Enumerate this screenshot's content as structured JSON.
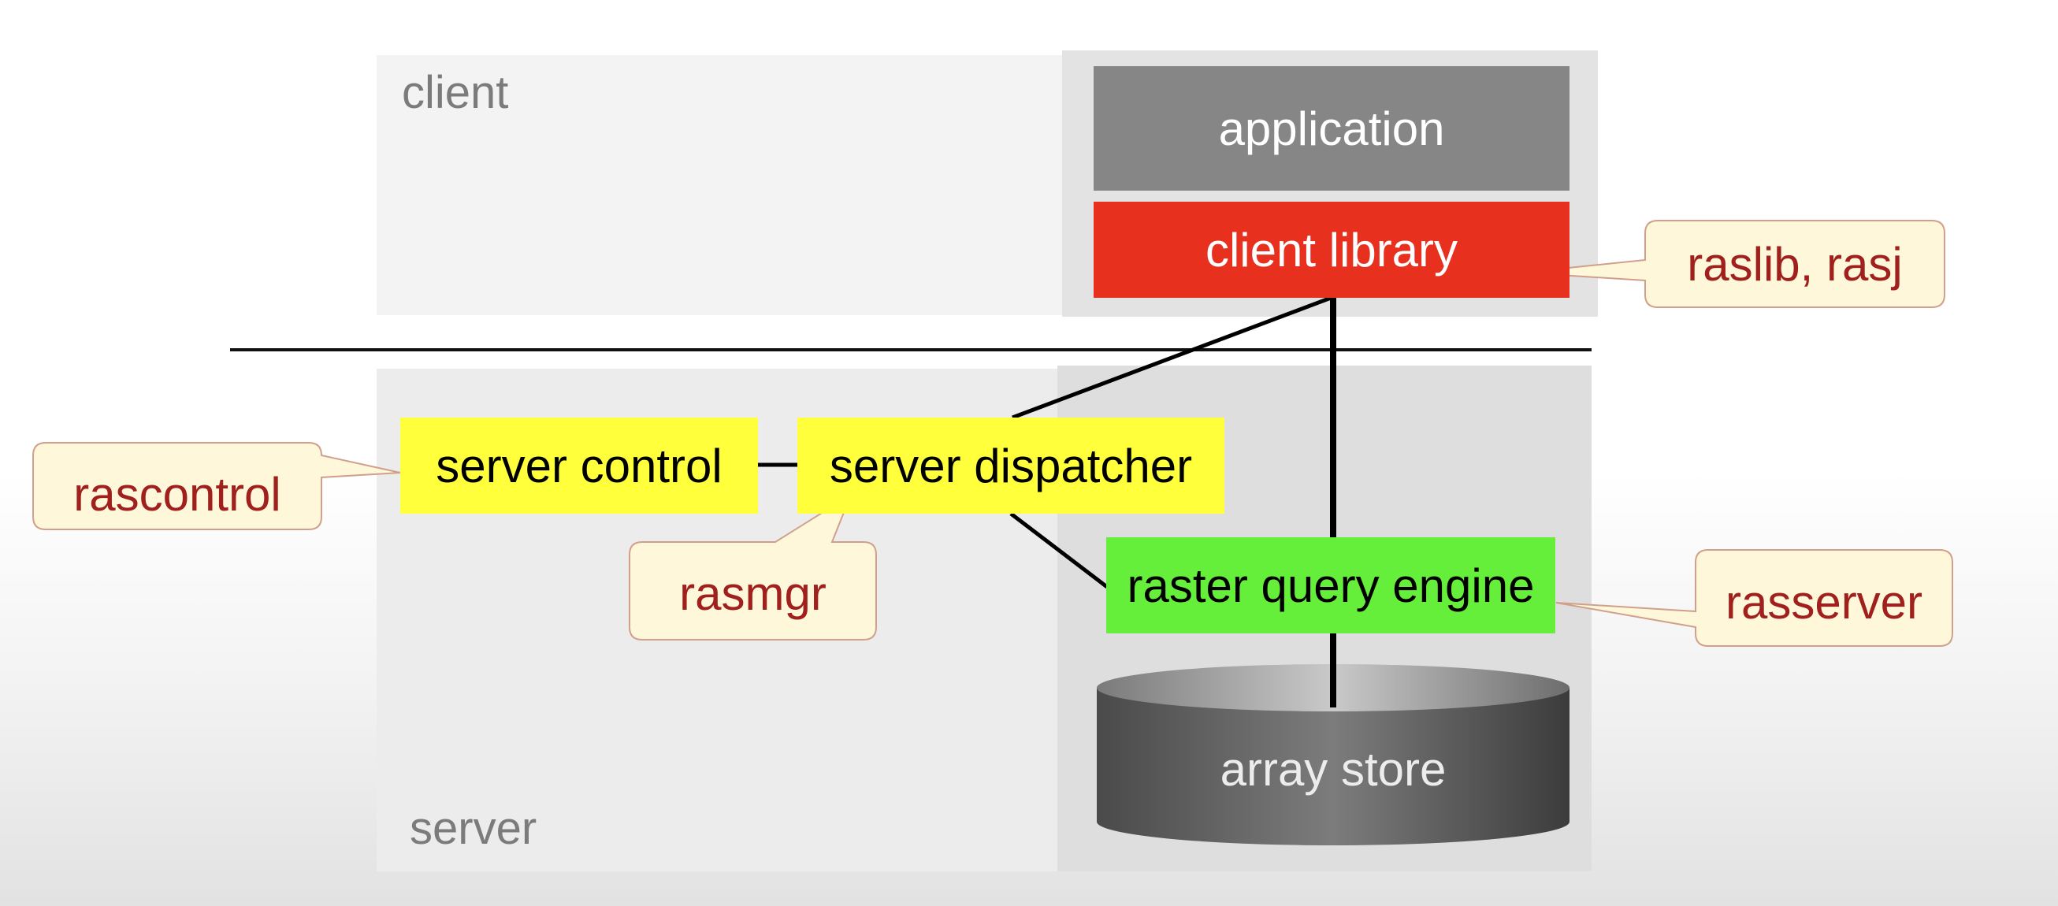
{
  "regions": {
    "client_label": "client",
    "server_label": "server"
  },
  "components": {
    "application": "application",
    "client_library": "client library",
    "server_control": "server control",
    "server_dispatcher": "server dispatcher",
    "raster_query_engine": "raster query engine",
    "array_store": "array store"
  },
  "callouts": {
    "raslib": "raslib, rasj",
    "rascontrol": "rascontrol",
    "rasmgr": "rasmgr",
    "rasserver": "rasserver"
  },
  "colors": {
    "application": "#868686",
    "client_library": "#e8301f",
    "server_boxes": "#ffff3c",
    "query_engine": "#66ef3a",
    "array_store": "#6d6d6d",
    "callout_fill": "#fef7d9",
    "callout_text": "#a0201d"
  }
}
